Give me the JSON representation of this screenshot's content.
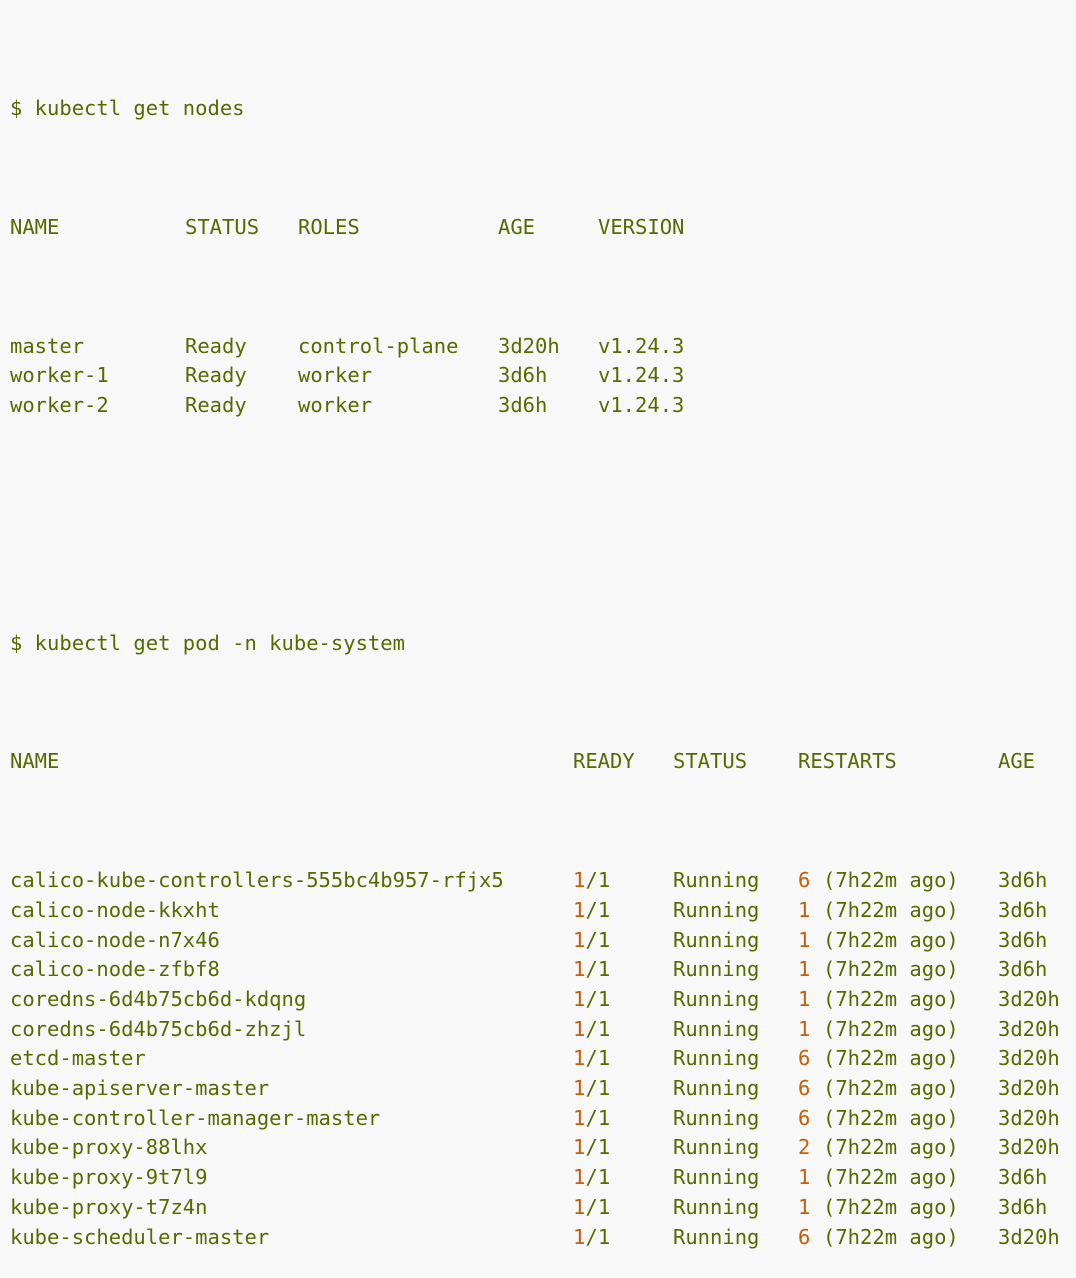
{
  "nodes_command": "$ kubectl get nodes",
  "nodes_headers": {
    "name": "NAME",
    "status": "STATUS",
    "roles": "ROLES",
    "age": "AGE",
    "version": "VERSION"
  },
  "nodes": [
    {
      "name": "master",
      "status": "Ready",
      "roles": "control-plane",
      "age": "3d20h",
      "version": "v1.24.3"
    },
    {
      "name": "worker-1",
      "status": "Ready",
      "roles": "worker",
      "age": "3d6h",
      "version": "v1.24.3"
    },
    {
      "name": "worker-2",
      "status": "Ready",
      "roles": "worker",
      "age": "3d6h",
      "version": "v1.24.3"
    }
  ],
  "pods_command": "$ kubectl get pod -n kube-system",
  "pods_headers": {
    "name": "NAME",
    "ready": "READY",
    "status": "STATUS",
    "restarts": "RESTARTS",
    "age": "AGE"
  },
  "pods": [
    {
      "name": "calico-kube-controllers-555bc4b957-rfjx5",
      "ready_num": "1",
      "ready_den": "/1",
      "status": "Running",
      "restarts_num": "6",
      "restarts_ago": "(7h22m ago)",
      "age": "3d6h"
    },
    {
      "name": "calico-node-kkxht",
      "ready_num": "1",
      "ready_den": "/1",
      "status": "Running",
      "restarts_num": "1",
      "restarts_ago": "(7h22m ago)",
      "age": "3d6h"
    },
    {
      "name": "calico-node-n7x46",
      "ready_num": "1",
      "ready_den": "/1",
      "status": "Running",
      "restarts_num": "1",
      "restarts_ago": "(7h22m ago)",
      "age": "3d6h"
    },
    {
      "name": "calico-node-zfbf8",
      "ready_num": "1",
      "ready_den": "/1",
      "status": "Running",
      "restarts_num": "1",
      "restarts_ago": "(7h22m ago)",
      "age": "3d6h"
    },
    {
      "name": "coredns-6d4b75cb6d-kdqng",
      "ready_num": "1",
      "ready_den": "/1",
      "status": "Running",
      "restarts_num": "1",
      "restarts_ago": "(7h22m ago)",
      "age": "3d20h"
    },
    {
      "name": "coredns-6d4b75cb6d-zhzjl",
      "ready_num": "1",
      "ready_den": "/1",
      "status": "Running",
      "restarts_num": "1",
      "restarts_ago": "(7h22m ago)",
      "age": "3d20h"
    },
    {
      "name": "etcd-master",
      "ready_num": "1",
      "ready_den": "/1",
      "status": "Running",
      "restarts_num": "6",
      "restarts_ago": "(7h22m ago)",
      "age": "3d20h"
    },
    {
      "name": "kube-apiserver-master",
      "ready_num": "1",
      "ready_den": "/1",
      "status": "Running",
      "restarts_num": "6",
      "restarts_ago": "(7h22m ago)",
      "age": "3d20h"
    },
    {
      "name": "kube-controller-manager-master",
      "ready_num": "1",
      "ready_den": "/1",
      "status": "Running",
      "restarts_num": "6",
      "restarts_ago": "(7h22m ago)",
      "age": "3d20h"
    },
    {
      "name": "kube-proxy-88lhx",
      "ready_num": "1",
      "ready_den": "/1",
      "status": "Running",
      "restarts_num": "2",
      "restarts_ago": "(7h22m ago)",
      "age": "3d20h"
    },
    {
      "name": "kube-proxy-9t7l9",
      "ready_num": "1",
      "ready_den": "/1",
      "status": "Running",
      "restarts_num": "1",
      "restarts_ago": "(7h22m ago)",
      "age": "3d6h"
    },
    {
      "name": "kube-proxy-t7z4n",
      "ready_num": "1",
      "ready_den": "/1",
      "status": "Running",
      "restarts_num": "1",
      "restarts_ago": "(7h22m ago)",
      "age": "3d6h"
    },
    {
      "name": "kube-scheduler-master",
      "ready_num": "1",
      "ready_den": "/1",
      "status": "Running",
      "restarts_num": "6",
      "restarts_ago": "(7h22m ago)",
      "age": "3d20h"
    }
  ],
  "colors": {
    "background": "#f8f8f8",
    "text": "#556b00",
    "number": "#c65d09"
  }
}
